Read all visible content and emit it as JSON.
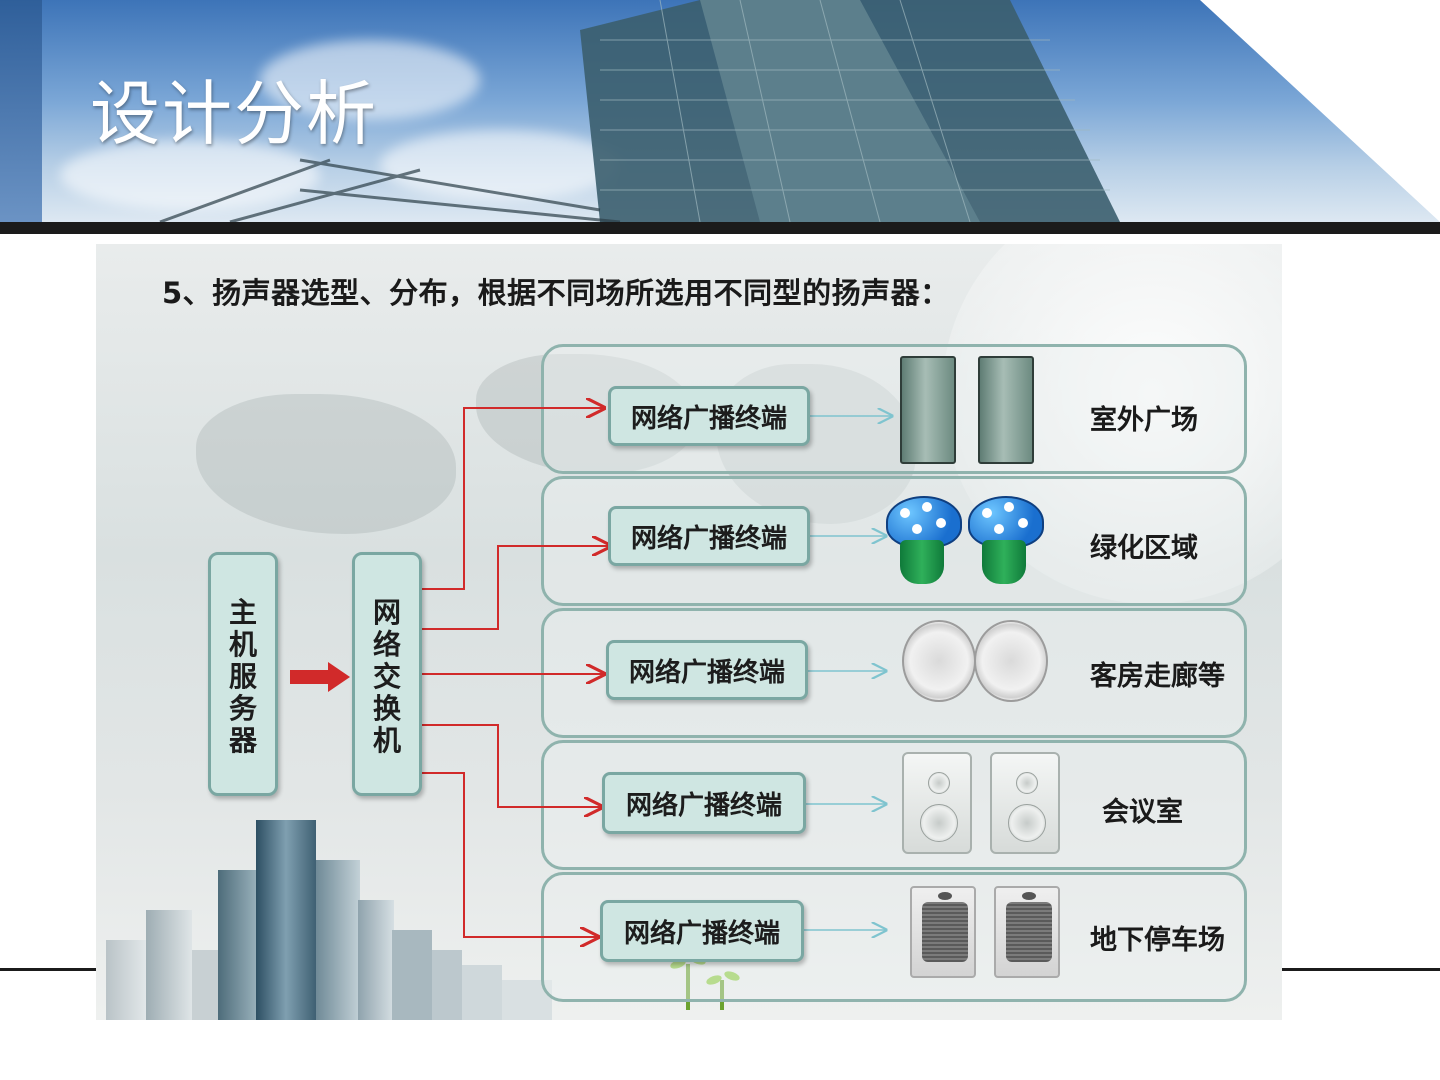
{
  "slide": {
    "title": "设计分析",
    "heading": "5、扬声器选型、分布，根据不同场所选用不同型的扬声器："
  },
  "diagram": {
    "server": {
      "chars": [
        "主",
        "机",
        "服",
        "务",
        "器"
      ]
    },
    "switch": {
      "chars": [
        "网",
        "络",
        "交",
        "换",
        "机"
      ]
    },
    "terminal_label": "网络广播终端",
    "zones": [
      {
        "label": "室外广场",
        "speaker": "column-speaker"
      },
      {
        "label": "绿化区域",
        "speaker": "mushroom-speaker"
      },
      {
        "label": "客房走廊等",
        "speaker": "ceiling-speaker"
      },
      {
        "label": "会议室",
        "speaker": "box-speaker"
      },
      {
        "label": "地下停车场",
        "speaker": "wall-speaker"
      }
    ]
  },
  "colors": {
    "wire": "#d12a2a",
    "link": "#7fc4cf",
    "node_fill": "#cfe6e2",
    "node_border": "#7aa7a2"
  }
}
